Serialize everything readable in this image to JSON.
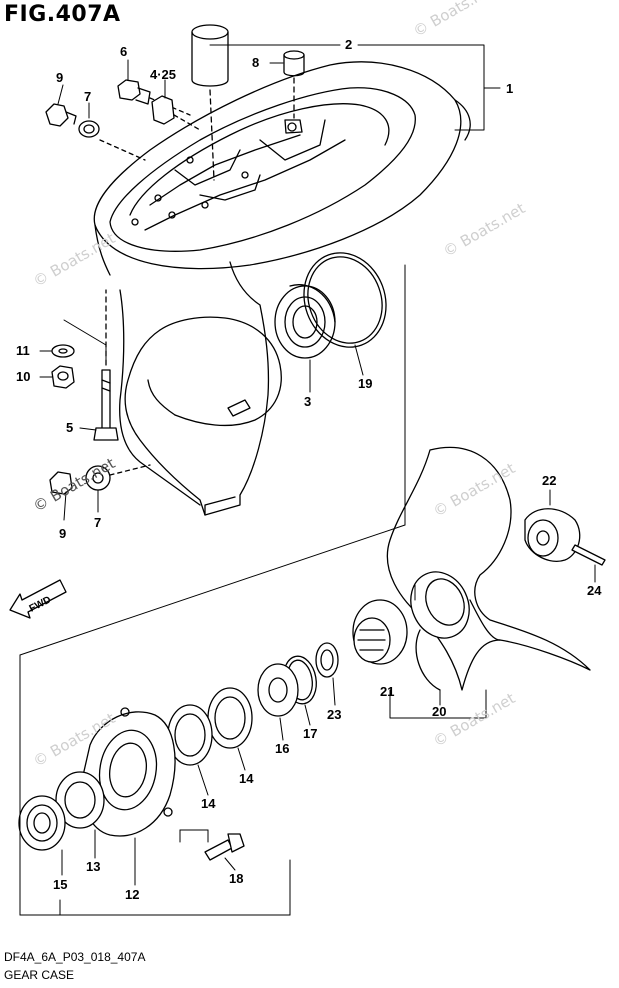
{
  "figure": {
    "title": "FIG.407A",
    "code": "DF4A_6A_P03_018_407A",
    "name": "GEAR CASE"
  },
  "watermark": "© Boats.net",
  "fwd_label": "FWD",
  "callouts": [
    "1",
    "2",
    "3",
    "4·25",
    "5",
    "6",
    "7",
    "7",
    "8",
    "9",
    "9",
    "10",
    "11",
    "12",
    "13",
    "14",
    "14",
    "15",
    "16",
    "17",
    "18",
    "19",
    "20",
    "21",
    "22",
    "23",
    "24"
  ]
}
